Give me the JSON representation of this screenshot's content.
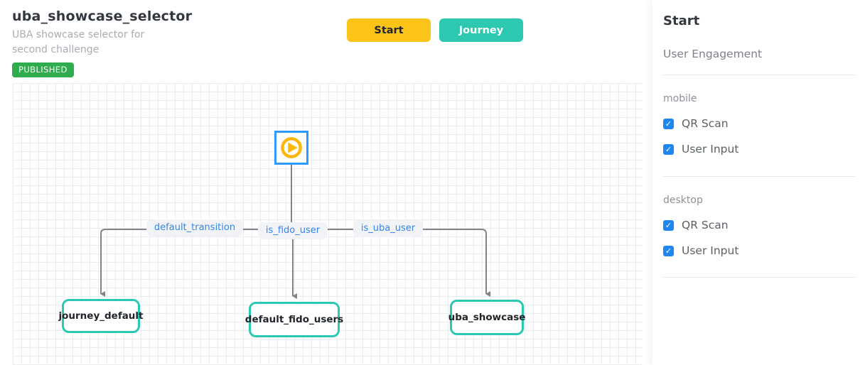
{
  "header": {
    "title": "uba_showcase_selector",
    "subtitle": "UBA showcase selector for second challenge",
    "status_badge": "PUBLISHED"
  },
  "toolbar": {
    "start_label": "Start",
    "journey_label": "Journey"
  },
  "flow": {
    "start_node": {
      "icon": "play-icon"
    },
    "edge_labels": [
      "default_transition",
      "is_fido_user",
      "is_uba_user"
    ],
    "nodes": [
      "journey_default",
      "default_fido_users",
      "uba_showcase"
    ]
  },
  "sidebar": {
    "title": "Start",
    "subtitle": "User Engagement",
    "sections": [
      {
        "label": "mobile",
        "options": [
          {
            "label": "QR Scan",
            "checked": true
          },
          {
            "label": "User Input",
            "checked": true
          }
        ]
      },
      {
        "label": "desktop",
        "options": [
          {
            "label": "QR Scan",
            "checked": true
          },
          {
            "label": "User Input",
            "checked": true
          }
        ]
      }
    ]
  },
  "colors": {
    "start_button": "#fcc419",
    "journey_button": "#2cc9b0",
    "published_badge": "#2fad4e",
    "node_border": "#2bc9b4",
    "start_node_border": "#2f9bff",
    "play_icon": "#fcb80a",
    "edge_line": "#7f858a",
    "edge_label_text": "#3186f0",
    "checkbox": "#1e87f0"
  },
  "glyphs": {
    "check": "✓"
  }
}
